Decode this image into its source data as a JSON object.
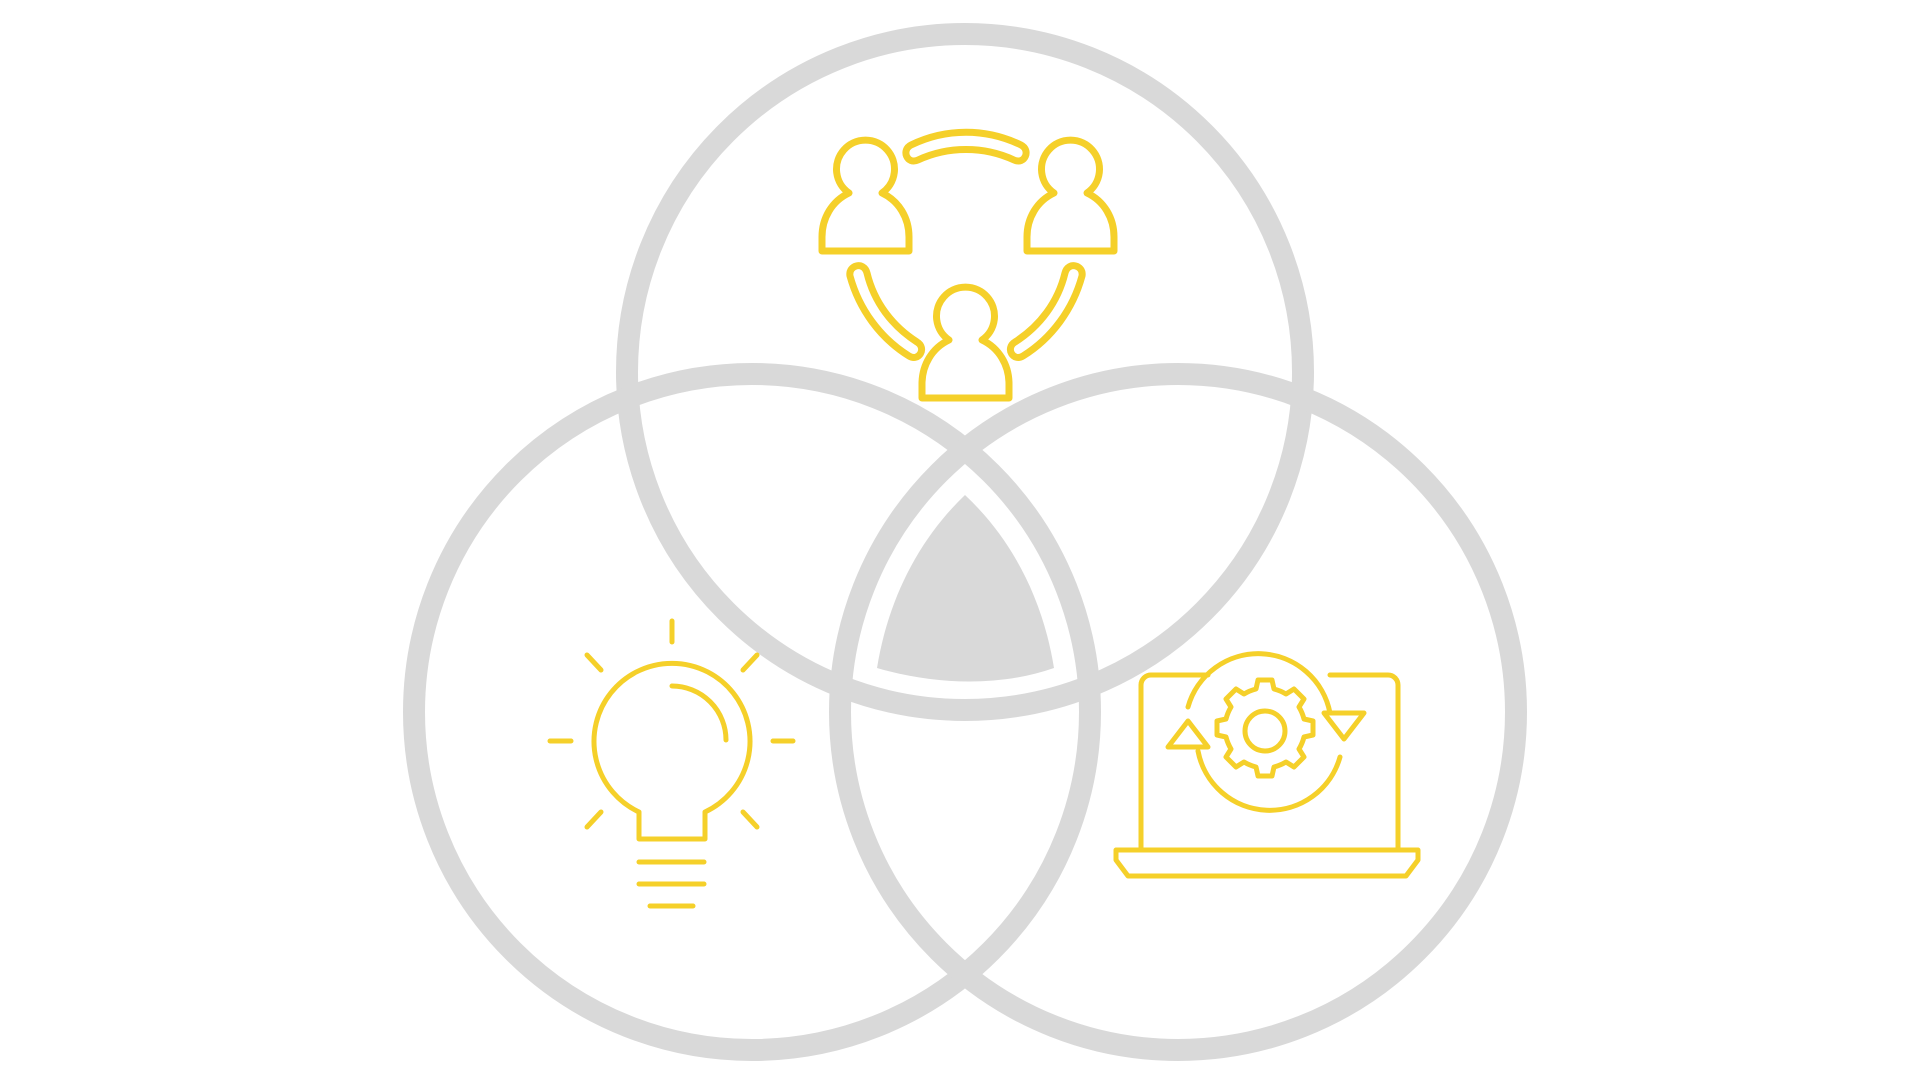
{
  "diagram": {
    "type": "venn",
    "sets": [
      {
        "id": "top",
        "icon": "team-collaboration-icon"
      },
      {
        "id": "left",
        "icon": "lightbulb-idea-icon"
      },
      {
        "id": "right",
        "icon": "laptop-settings-gear-icon"
      }
    ],
    "center": {
      "filled": true
    },
    "colors": {
      "background": "#ffffff",
      "circle_stroke": "#d9d9d9",
      "center_fill": "#d9d9d9",
      "icon_stroke": "#f5d02a"
    }
  }
}
